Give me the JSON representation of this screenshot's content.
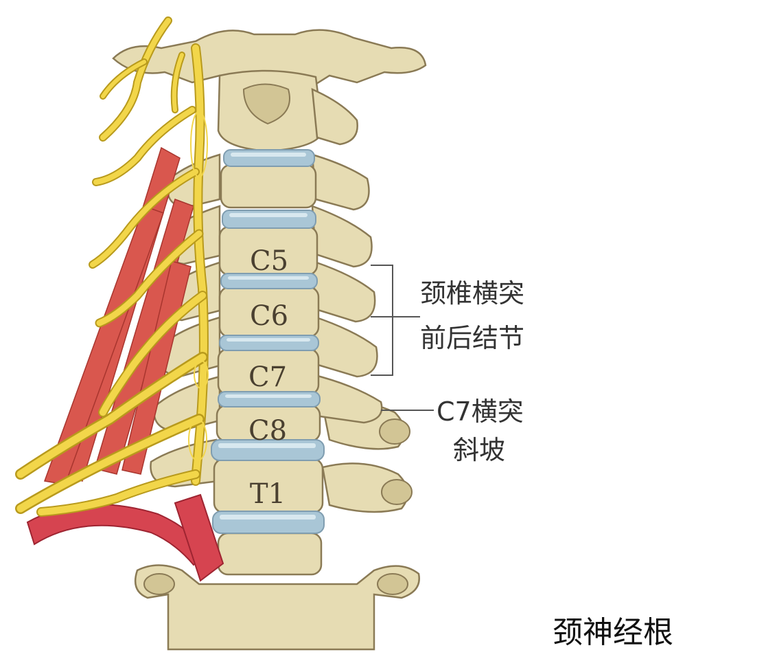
{
  "vertebra_labels": {
    "c5": "C5",
    "c6": "C6",
    "c7": "C7",
    "c8": "C8",
    "t1": "T1"
  },
  "annotations": {
    "tubercle_line1": "颈椎横突",
    "tubercle_line2": "前后结节",
    "slope_line1": "C7横突",
    "slope_line2": "斜坡"
  },
  "caption": "颈神经根",
  "colors": {
    "bone": "#e6dcb3",
    "disc": "#a9c6d6",
    "nerve": "#f2d64a",
    "muscle": "#d9574e",
    "artery": "#d64450"
  }
}
